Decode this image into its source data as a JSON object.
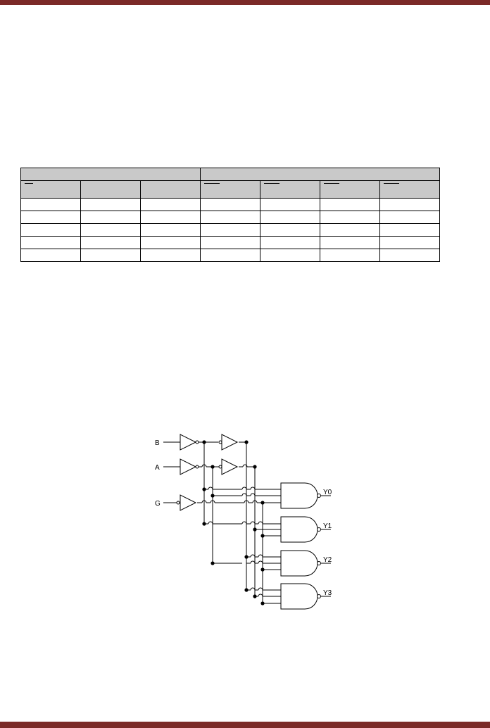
{
  "diagram": {
    "inputs": [
      "B",
      "A",
      "G"
    ],
    "outputs": [
      "Y0",
      "Y1",
      "Y2",
      "Y3"
    ]
  }
}
